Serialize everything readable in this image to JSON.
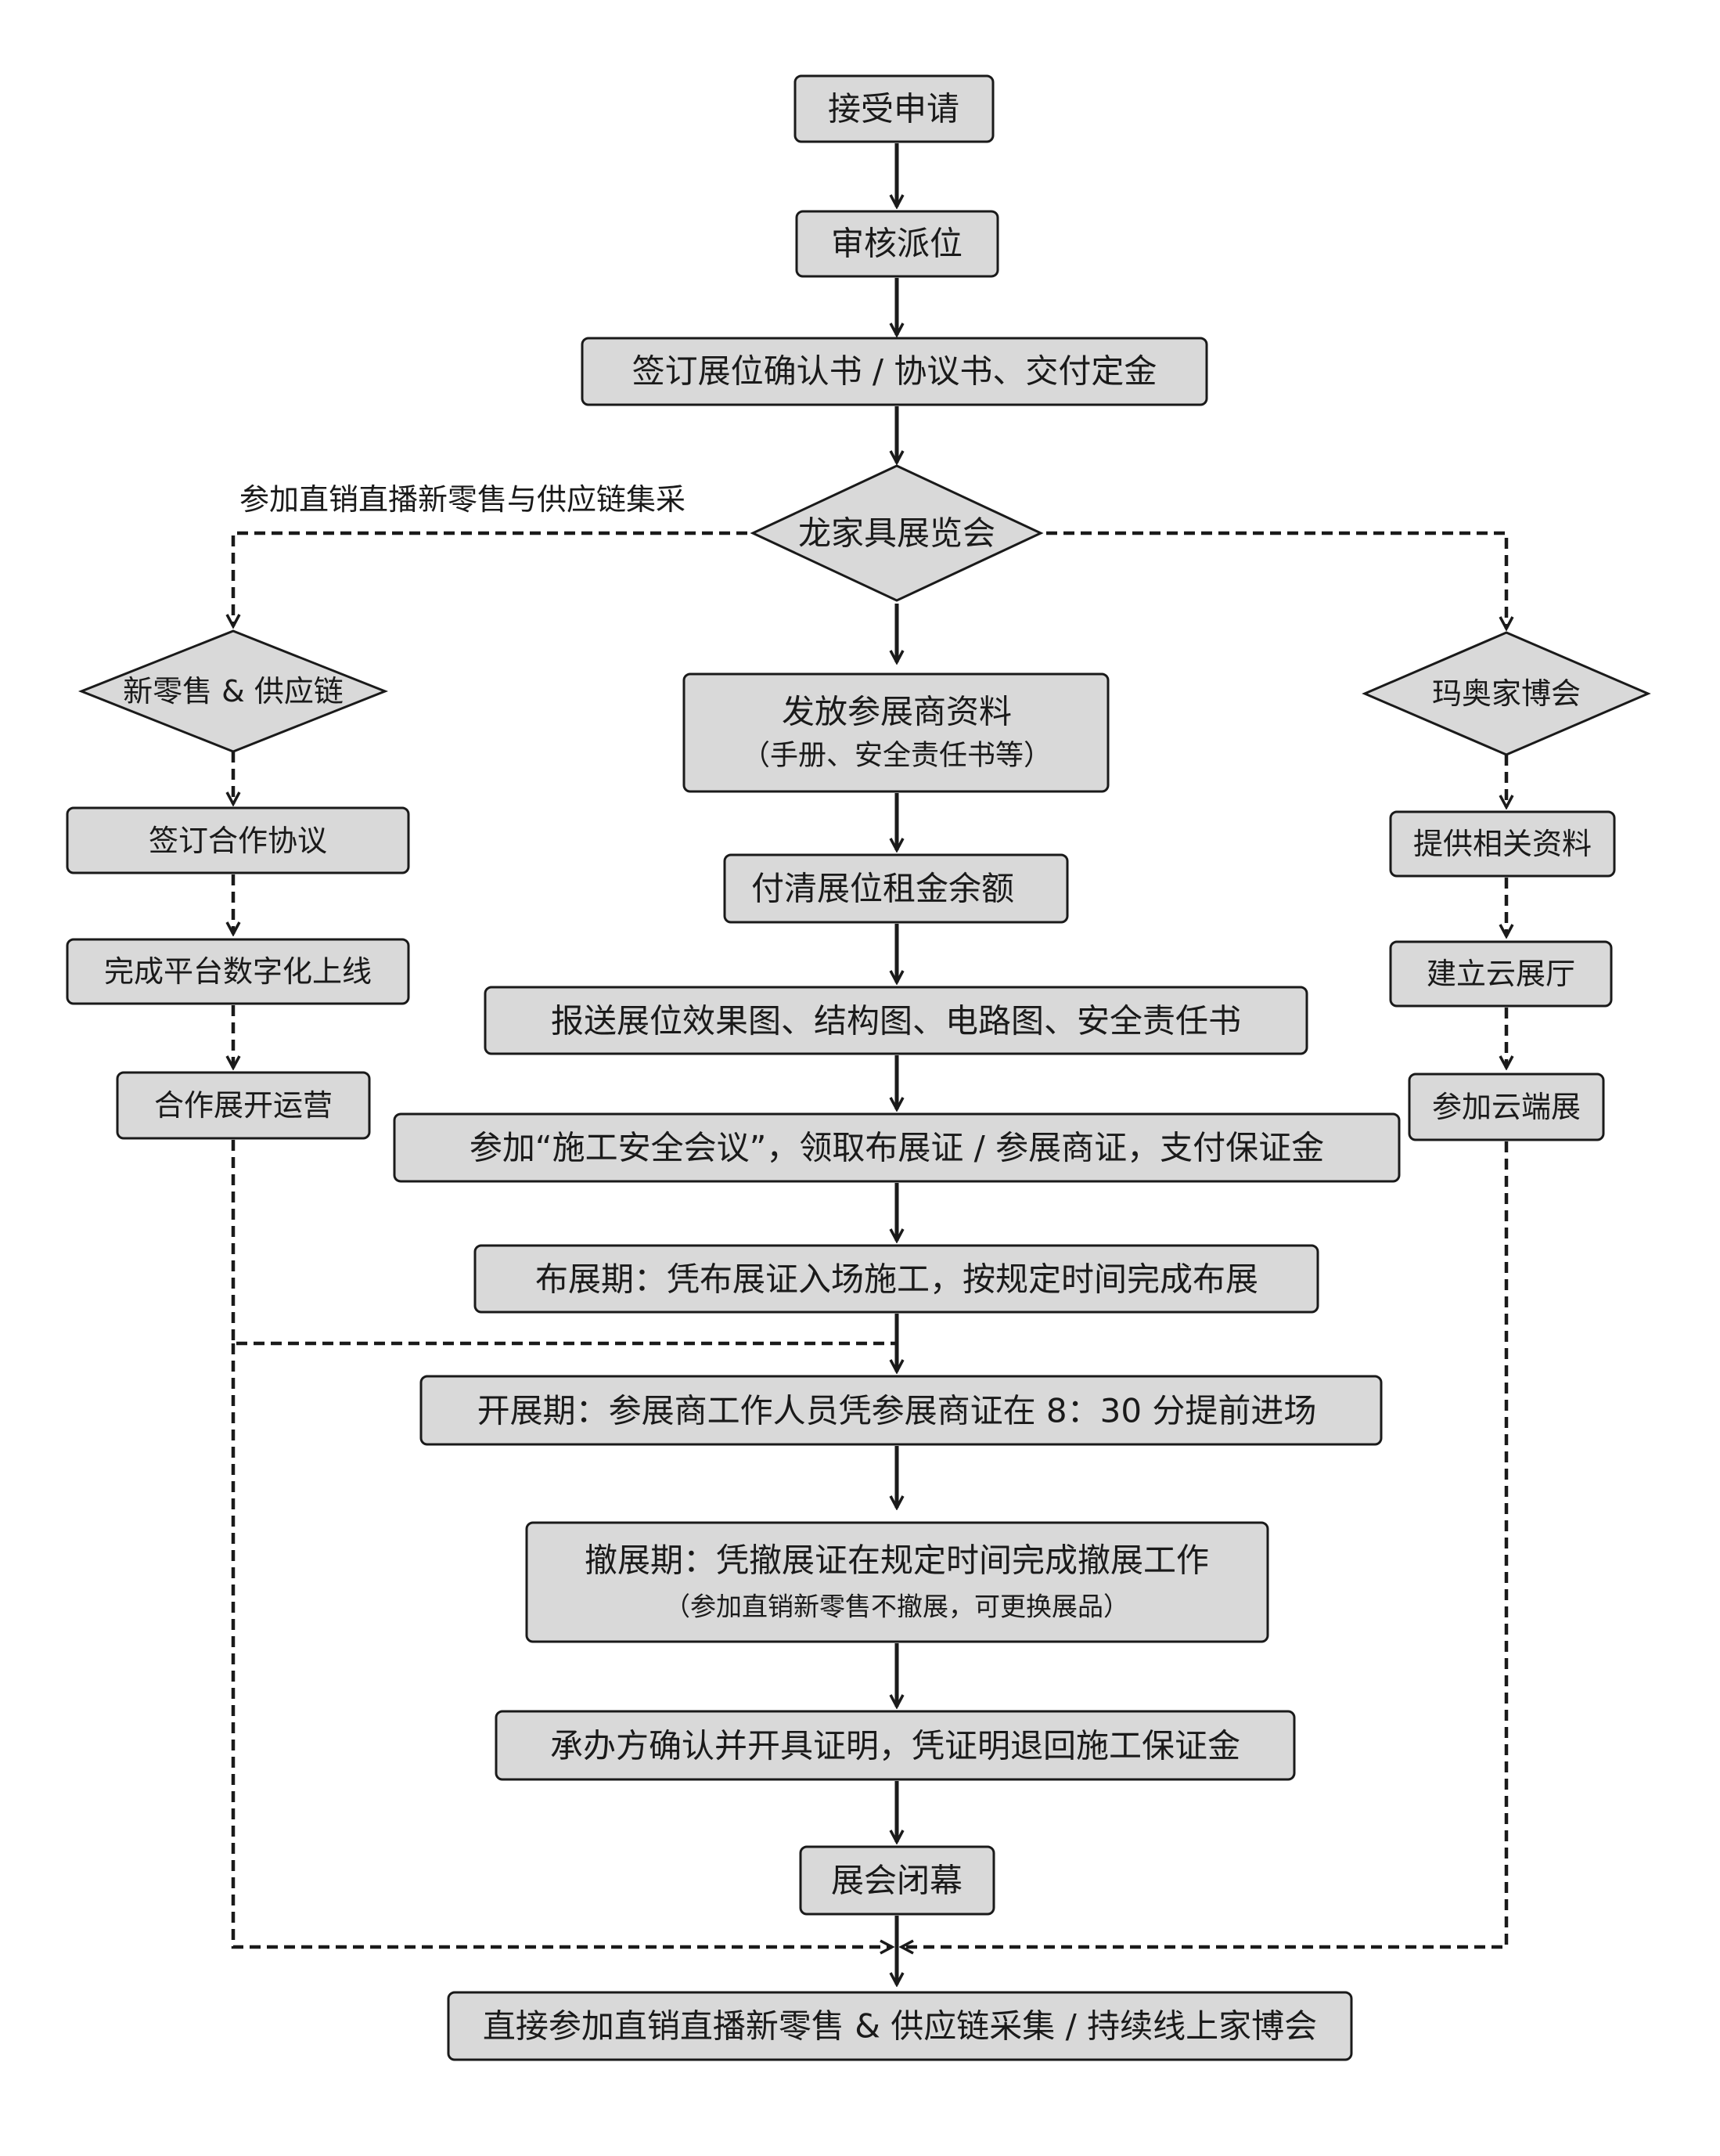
{
  "colors": {
    "box_fill": "#d9d9d9",
    "stroke": "#1a1a1a",
    "background": "#ffffff"
  },
  "nodes": {
    "accept": "接受申请",
    "review": "审核派位",
    "sign": "签订展位确认书 / 协议书、交付定金",
    "expo": "龙家具展览会",
    "retail": "新零售 & 供应链",
    "sign_coop": "签订合作协议",
    "digital": "完成平台数字化上线",
    "coop_run": "合作展开运营",
    "materials": "发放参展商资料",
    "materials_sub": "（手册、安全责任书等）",
    "pay_rent": "付清展位租金余额",
    "submit": "报送展位效果图、结构图、电路图、安全责任书",
    "meeting": "参加“施工安全会议”，领取布展证 / 参展商证，支付保证金",
    "setup": "布展期：凭布展证入场施工，按规定时间完成布展",
    "open": "开展期：参展商工作人员凭参展商证在 8：30 分提前进场",
    "dismantle": "撤展期：凭撤展证在规定时间完成撤展工作",
    "dismantle_sub": "（参加直销新零售不撤展，可更换展品）",
    "refund": "承办方确认并开具证明，凭证明退回施工保证金",
    "close": "展会闭幕",
    "final": "直接参加直销直播新零售 & 供应链采集 / 持续线上家博会",
    "maojia": "玛奥家博会",
    "provide": "提供相关资料",
    "cloud_hall": "建立云展厅",
    "cloud_expo": "参加云端展"
  },
  "labels": {
    "left_branch": "参加直销直播新零售与供应链集采"
  }
}
